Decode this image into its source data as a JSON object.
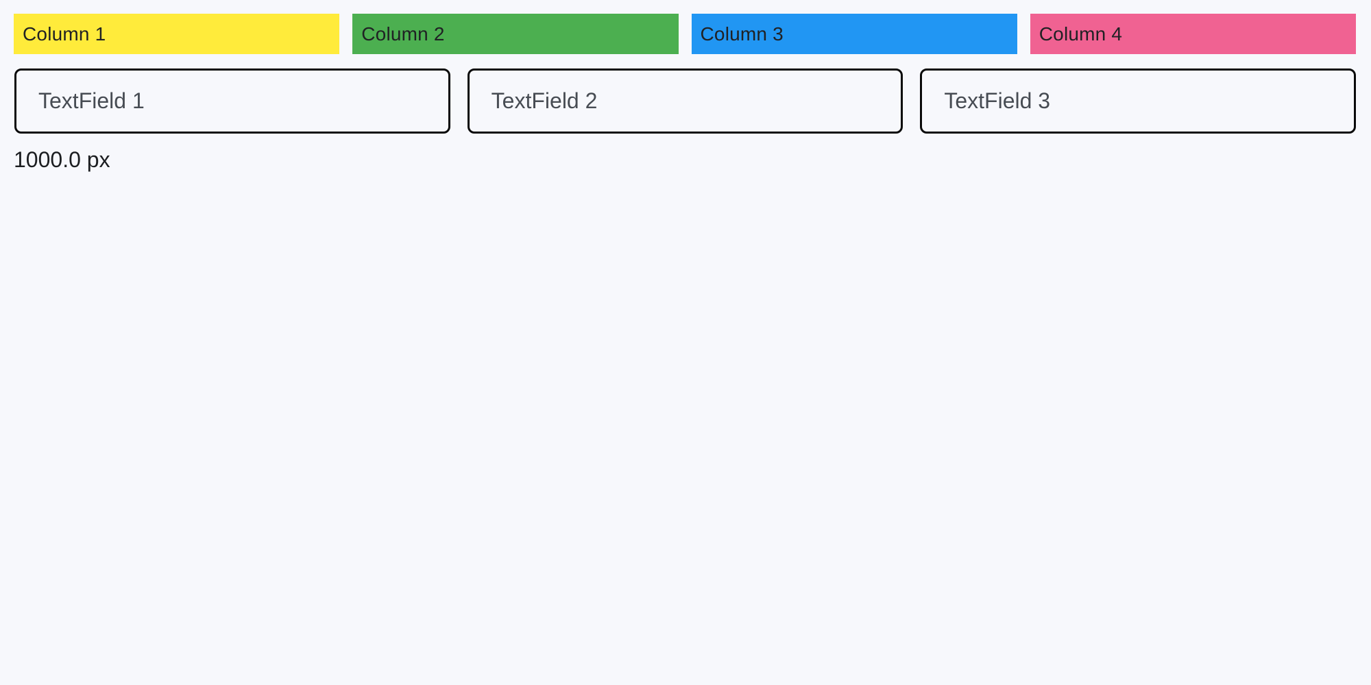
{
  "colors": {
    "background": "#F7F8FC",
    "header_text": "#202124",
    "field_border": "#0A0A0A",
    "placeholder_text": "#474C53",
    "label_text": "#1C1E21"
  },
  "column_headers": [
    {
      "label": "Column 1",
      "color": "#FFEB3B"
    },
    {
      "label": "Column 2",
      "color": "#4CAF50"
    },
    {
      "label": "Column 3",
      "color": "#2196F3"
    },
    {
      "label": "Column 4",
      "color": "#F06292"
    }
  ],
  "text_fields": [
    {
      "placeholder": "TextField 1",
      "value": ""
    },
    {
      "placeholder": "TextField 2",
      "value": ""
    },
    {
      "placeholder": "TextField 3",
      "value": ""
    }
  ],
  "width_readout": {
    "label": "1000.0 px"
  }
}
